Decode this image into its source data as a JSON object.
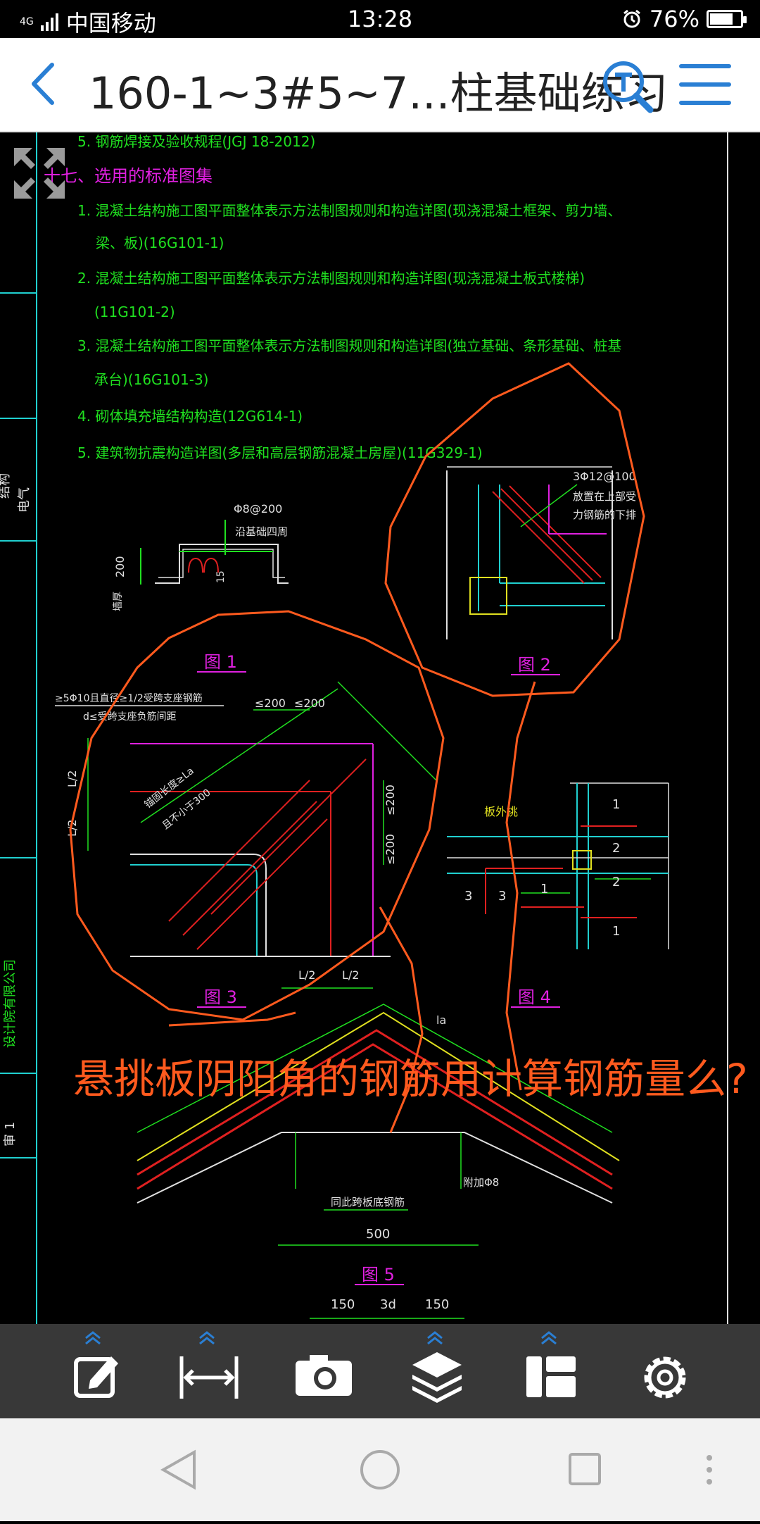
{
  "status_bar": {
    "network": "4G",
    "carrier": "中国移动",
    "time": "13:28",
    "battery_level": 0.76,
    "battery_text": "76%"
  },
  "header": {
    "title": "160-1~3#5~7...柱基础练习"
  },
  "drawing": {
    "spec_line": "5. 钢筋焊接及验收规程(JGJ 18-2012)",
    "section_title": "十七、选用的标准图集",
    "items": [
      "1. 混凝土结构施工图平面整体表示方法制图规则和构造详图(现浇混凝土框架、剪力墙、",
      "梁、板)(16G101-1)",
      "2. 混凝土结构施工图平面整体表示方法制图规则和构造详图(现浇混凝土板式楼梯)",
      "(11G101-2)",
      "3. 混凝土结构施工图平面整体表示方法制图规则和构造详图(独立基础、条形基础、桩基",
      "承台)(16G101-3)",
      "4. 砌体填充墙结构构造(12G614-1)",
      "5. 建筑物抗震构造详图(多层和高层钢筋混凝土房屋)(11G329-1)"
    ],
    "fig1": {
      "label": "图 1",
      "rebar": "Φ8@200",
      "note": "沿基础四周",
      "dim_left": "200",
      "dim_inner": "15",
      "side_note": "墙厚"
    },
    "fig2": {
      "label": "图 2",
      "rebar": "3Φ12@100",
      "note1": "放置在上部受",
      "note2": "力钢筋的下排"
    },
    "fig3": {
      "label": "图 3",
      "note1": "≥5Φ10且直径≥1/2受跨支座钢筋",
      "note2": "d≤受跨支座负筋间距",
      "dim1": "≤200",
      "dim2": "≤200",
      "dim3": "≤200",
      "dim4": "≤200",
      "anchor": "锚固长度≥La",
      "not_less": "且不小于300",
      "l2a": "L/2",
      "l2b": "L/2",
      "l2c": "L/2",
      "l2d": "L/2"
    },
    "fig4": {
      "label": "图 4",
      "note": "板外挑",
      "n1": "1",
      "n2": "2",
      "n3": "2",
      "n4": "1",
      "n5": "1",
      "n6": "3",
      "n7": "3"
    },
    "fig5": {
      "label": "图 5",
      "la": "la",
      "bar": "附加Φ8",
      "note": "同此跨板底钢筋",
      "dim": "500",
      "dim_a": "150",
      "dim_b": "3d",
      "dim_c": "150"
    },
    "annotation": "悬挑板阴阳角的钢筋用计算钢筋量么?",
    "side_labels": [
      "结构",
      "电气",
      "设计院有限公司",
      "审 1"
    ]
  },
  "toolbar": {
    "tools": [
      "edit-tool",
      "measure-tool",
      "camera-tool",
      "layers-tool",
      "layout-tool",
      "settings-tool"
    ]
  },
  "colors": {
    "cad_green": "#20e020",
    "cad_magenta": "#e020e0",
    "cad_cyan": "#20d0d0",
    "cad_yellow": "#e0e020",
    "cad_red": "#e02020",
    "markup_orange": "#ff5a1e",
    "accent_blue": "#2a7fd4"
  }
}
